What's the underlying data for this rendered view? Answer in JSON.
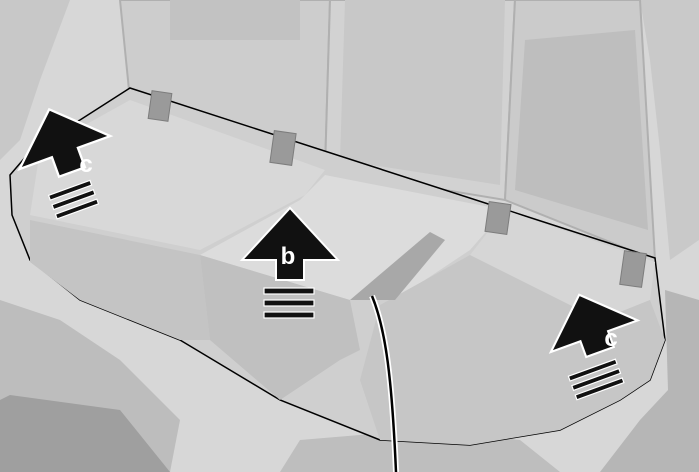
{
  "figure": {
    "colors": {
      "background": "#d9d9d9",
      "seat_fill": "#cfcfcf",
      "seat_highlight": "#dedede",
      "seat_shadow": "#a9a9a9",
      "outline": "#000000",
      "arrow": "#111111"
    },
    "arrows": [
      {
        "id": "arrow-left",
        "label": "c"
      },
      {
        "id": "arrow-center",
        "label": "b"
      },
      {
        "id": "arrow-right",
        "label": "c"
      }
    ],
    "icons": [
      "up-arrow-icon",
      "motion-lines-icon",
      "callout-line"
    ]
  }
}
